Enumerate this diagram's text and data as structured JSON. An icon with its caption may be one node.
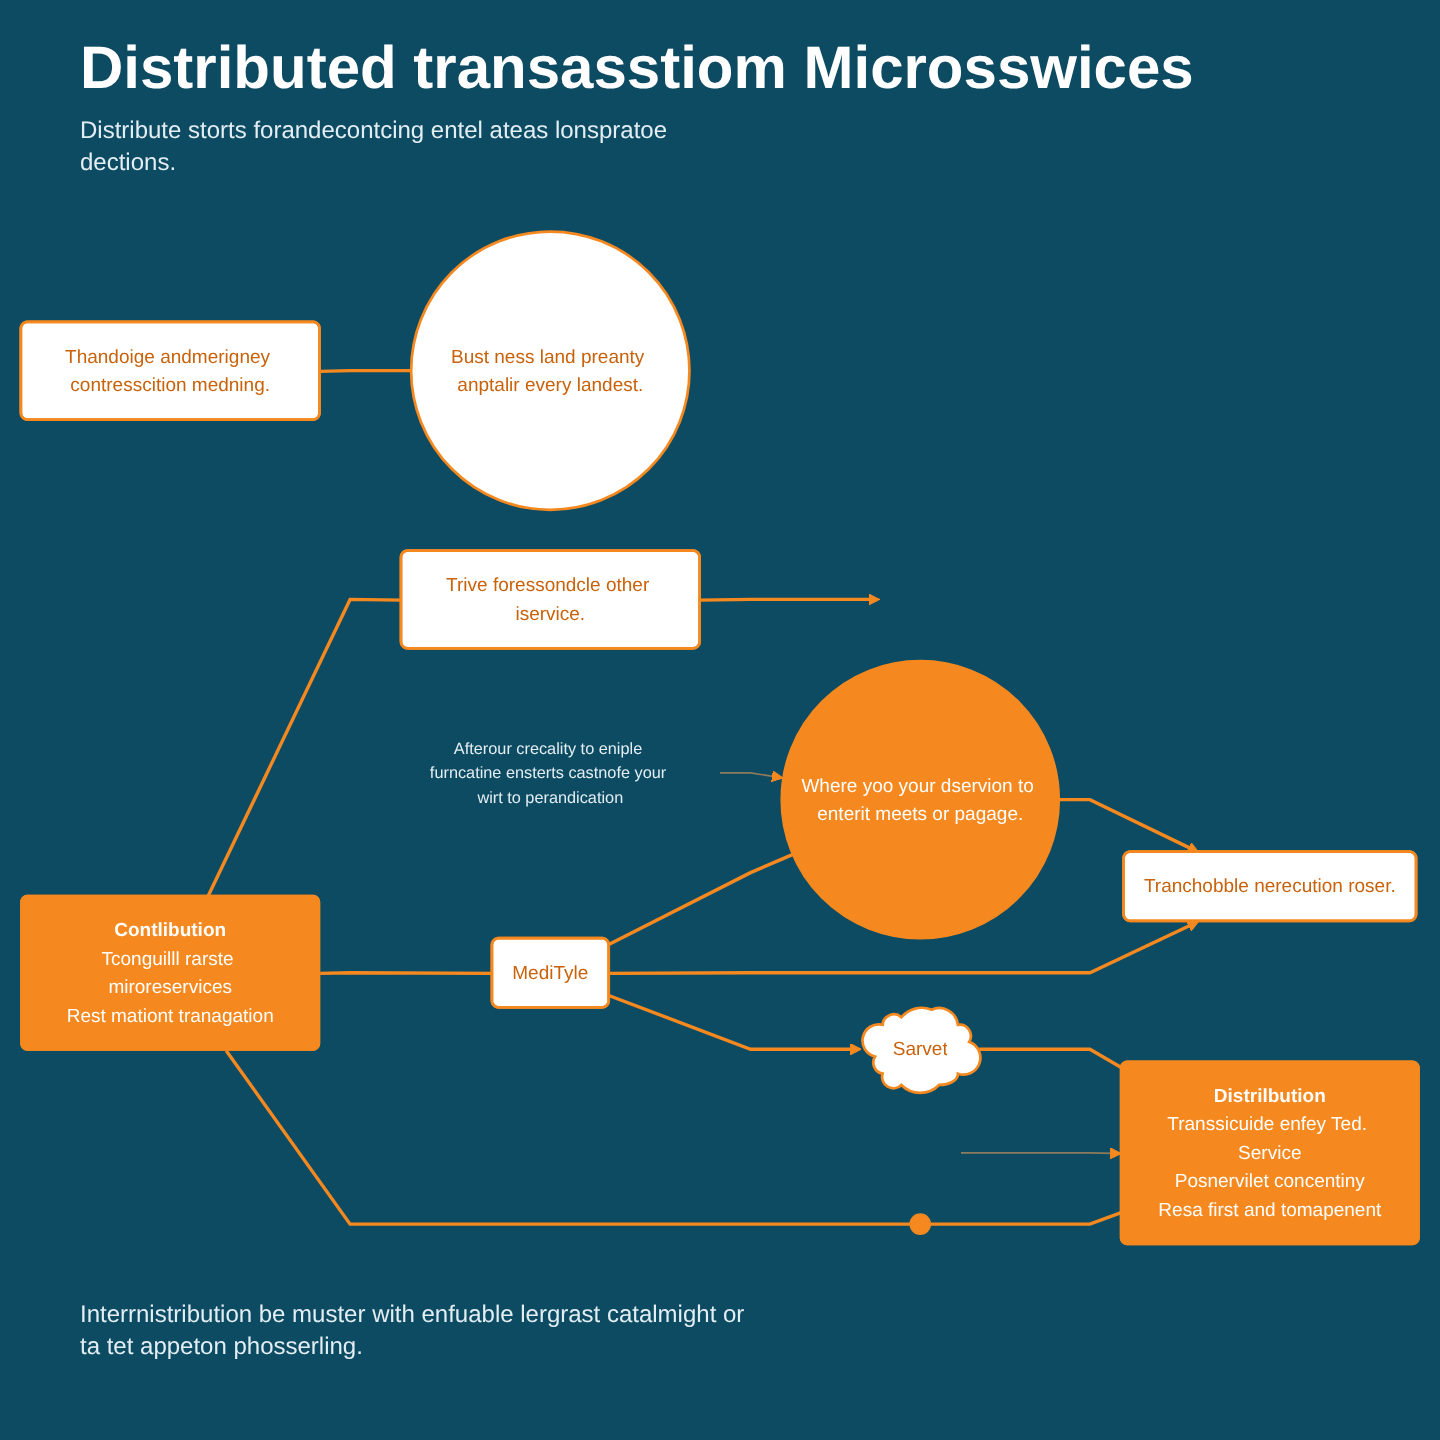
{
  "diagram": {
    "title": "Distributed transasstiom Microsswices",
    "nodes": [
      {
        "text": [
          "Thandoige andmerigney contresscition medning."
        ]
      },
      {
        "text": [
          "Bust ness land preanty anptalir every landest."
        ]
      },
      {
        "text": [
          "Sarvet"
        ]
      },
      {
        "text": [
          "Distrilbution",
          "Transsicuide enfey Ted. Service",
          "Posnervilet concentiny",
          "Resa first and tomapenent"
        ]
      },
      {
        "text": [],
        "shape": "circle"
      },
      {
        "text": [
          "Contlibution",
          "Tconguilll rarste miroreservices",
          "Rest mationt tranagation"
        ]
      },
      {
        "text": [
          "MediTyle"
        ]
      },
      {
        "text": [
          "Afterour crecality to eniple furncatine ensterts castnofe your wirt to perandication"
        ]
      },
      {
        "text": [
          "Tranchobble nerecution roser."
        ]
      },
      {
        "text": [
          "Where yoo your dservion to enterit meets or pagage."
        ]
      },
      {
        "text": [
          "Trive foressondcle other iservice."
        ]
      }
    ],
    "edges": [
      {
        "from": 0,
        "to": 1,
        "arrow": "none"
      },
      {
        "from": 2,
        "to": 3,
        "arrow": "none"
      },
      {
        "from": 6,
        "to": 2,
        "arrow": "to"
      },
      {
        "from": 5,
        "to": 4,
        "arrow": "none"
      },
      {
        "from": 4,
        "to": 3,
        "arrow": "none"
      },
      {
        "from": 5,
        "to": 6,
        "arrow": "none"
      },
      {
        "from": 6,
        "to": 8,
        "arrow": "to"
      },
      {
        "from": 5,
        "to": 10,
        "arrow": "none"
      },
      {
        "from": 6,
        "to": 9,
        "arrow": "none"
      },
      {
        "from": 10,
        "to": null,
        "arrow": "to"
      },
      {
        "from": 9,
        "to": 8,
        "arrow": "to"
      },
      {
        "from": 7,
        "to": 9,
        "arrow": "to",
        "color": "#8c7c5c"
      },
      {
        "from": null,
        "to": 3,
        "arrow": "to",
        "color": "#8c7c5c"
      }
    ],
    "labels": [
      "Distribute storts forandecontcing entel ateas lonspratoe dections.",
      "Interrnistribution be muster with enfuable lergrast catalmight or ta tet appeton phosserling."
    ]
  }
}
